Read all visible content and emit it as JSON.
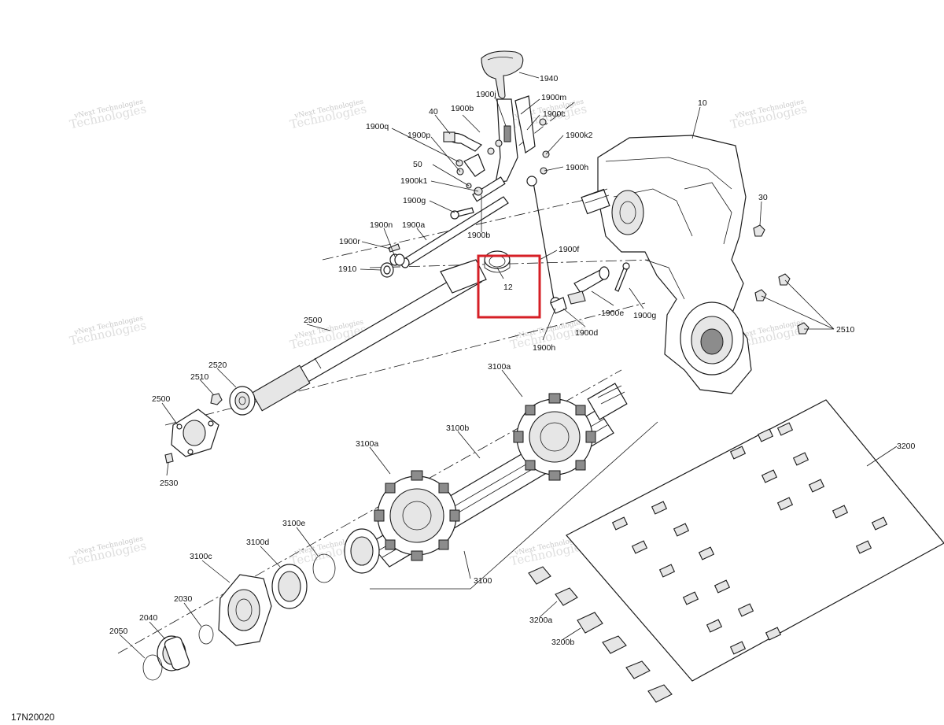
{
  "diagram_code": "17N20020",
  "watermark": {
    "line1": "vNext Technologies",
    "line2": "Technologies"
  },
  "highlight_color": "#d61f26",
  "highlighted_part": "12",
  "labels": {
    "l1940": "1940",
    "l1900j": "1900j",
    "l1900m": "1900m",
    "l1900c": "1900c",
    "l40": "40",
    "l1900b_top": "1900b",
    "l1900q": "1900q",
    "l1900p": "1900p",
    "l1900k2": "1900k2",
    "l1900h_top": "1900h",
    "l50": "50",
    "l1900k1": "1900k1",
    "l1900g_left": "1900g",
    "l1900n": "1900n",
    "l1900a": "1900a",
    "l1900b_mid": "1900b",
    "l1900r": "1900r",
    "l1910": "1910",
    "l12": "12",
    "l1900f": "1900f",
    "l10": "10",
    "l30": "30",
    "l2500_shaft": "2500",
    "l1900e": "1900e",
    "l1900g_right": "1900g",
    "l1900d": "1900d",
    "l1900h_bot": "1900h",
    "l2510_right": "2510",
    "l2520": "2520",
    "l2510_left": "2510",
    "l2500_flange": "2500",
    "l2530": "2530",
    "l3100a_top": "3100a",
    "l3100b": "3100b",
    "l3100a_left": "3100a",
    "l3200": "3200",
    "l3100e": "3100e",
    "l3100d": "3100d",
    "l3100c": "3100c",
    "l3100": "3100",
    "l2030": "2030",
    "l2040": "2040",
    "l2050": "2050",
    "l3200a": "3200a",
    "l3200b": "3200b"
  }
}
